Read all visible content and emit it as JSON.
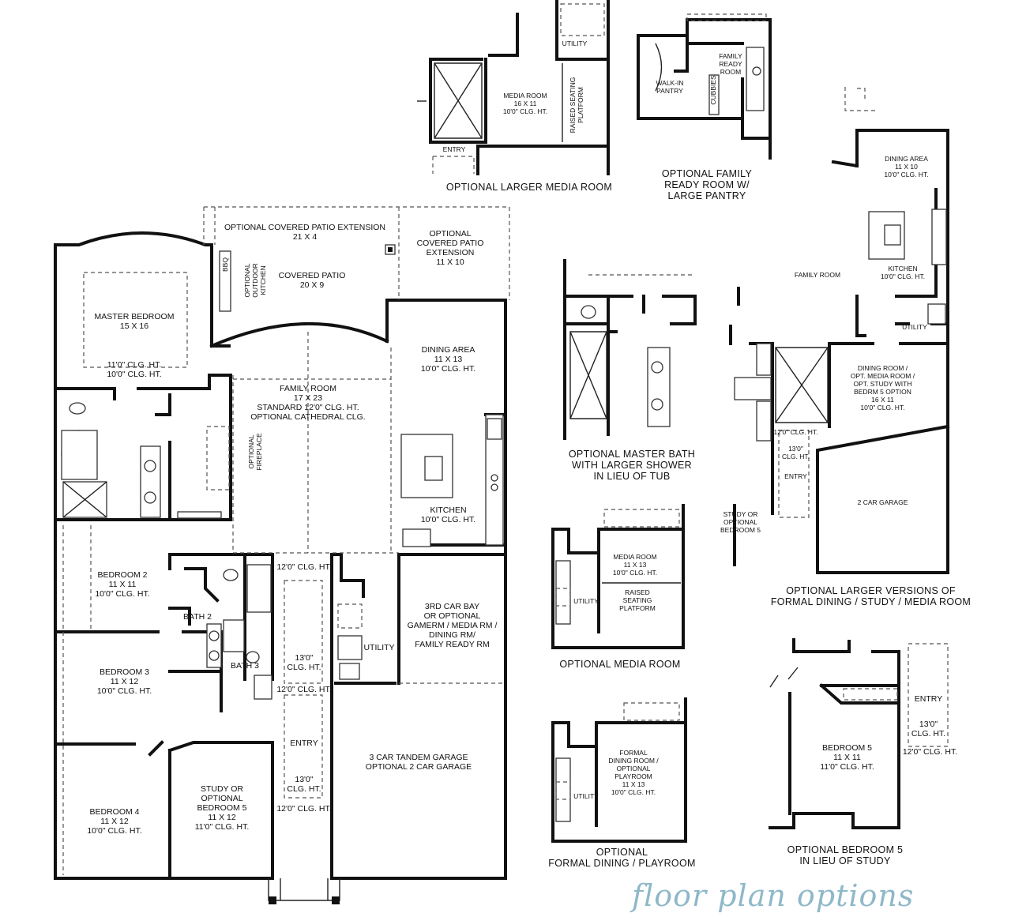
{
  "title": "floor plan options",
  "main_plan": {
    "patio_ext_1": "OPTIONAL COVERED PATIO EXTENSION\n21 X 4",
    "patio_ext_2": "OPTIONAL\nCOVERED PATIO\nEXTENSION\n11 X 10",
    "covered_patio": "COVERED PATIO\n20 X 9",
    "bbq": "BBQ",
    "outdoor_kitchen": "OPTIONAL\nOUTDOOR\nKITCHEN",
    "master_bedroom": "MASTER BEDROOM\n15 X 16",
    "master_clg": "11'0\" CLG. HT.\n10'0\" CLG. HT.",
    "family_room": "FAMILY ROOM\n17 X 23\nSTANDARD 12'0\" CLG. HT.\nOPTIONAL CATHEDRAL CLG.",
    "fireplace": "OPTIONAL\nFIREPLACE",
    "dining_area": "DINING AREA\n11 X 13\n10'0\" CLG. HT.",
    "kitchen": "KITCHEN\n10'0\" CLG. HT.",
    "bedroom2": "BEDROOM 2\n11 X 11\n10'0\" CLG. HT.",
    "bath2": "BATH 2",
    "bath3": "BATH 3",
    "bedroom3": "BEDROOM 3\n11 X 12\n10'0\" CLG. HT.",
    "bedroom4": "BEDROOM 4\n11 X 12\n10'0\" CLG. HT.",
    "study": "STUDY OR\nOPTIONAL\nBEDROOM 5\n11 X 12\n11'0\" CLG. HT.",
    "clg_12a": "12'0\" CLG. HT.",
    "clg_13a": "13'0\"\nCLG. HT.",
    "clg_12b": "12'0\" CLG. HT.",
    "entry": "ENTRY",
    "clg_13b": "13'0\"\nCLG. HT.",
    "clg_12c": "12'0\" CLG. HT.",
    "utility": "UTILITY",
    "third_car": "3RD CAR BAY\nOR OPTIONAL\nGAMERM / MEDIA RM /\nDINING RM/\nFAMILY READY RM",
    "garage": "3 CAR TANDEM GARAGE\nOPTIONAL 2 CAR GARAGE"
  },
  "opt_media_large": {
    "utility": "UTILITY",
    "media": "MEDIA ROOM\n16 X 11\n10'0\" CLG. HT.",
    "platform": "RAISED SEATING\nPLATFORM",
    "entry": "ENTRY",
    "caption": "OPTIONAL LARGER MEDIA ROOM"
  },
  "opt_family_ready": {
    "walkin": "WALK-IN\nPANTRY",
    "family_ready": "FAMILY\nREADY\nROOM",
    "cubbies": "CUBBIES",
    "caption": "OPTIONAL FAMILY\nREADY ROOM W/\nLARGE PANTRY"
  },
  "opt_master_bath": {
    "caption": "OPTIONAL MASTER BATH\nWITH LARGER SHOWER\nIN LIEU OF TUB"
  },
  "opt_media_room": {
    "media": "MEDIA ROOM\n11 X 13\n10'0\" CLG. HT.",
    "platform": "RAISED\nSEATING\nPLATFORM",
    "utility": "UTILITY",
    "caption": "OPTIONAL MEDIA ROOM"
  },
  "opt_formal_dining": {
    "room": "FORMAL\nDINING ROOM /\nOPTIONAL\nPLAYROOM\n11 X 13\n10'0\" CLG. HT.",
    "utility": "UTILITY",
    "caption": "OPTIONAL\nFORMAL DINING / PLAYROOM"
  },
  "opt_larger_versions": {
    "dining_area": "DINING AREA\n11 X 10\n10'0\" CLG. HT.",
    "family_room": "FAMILY ROOM",
    "kitchen": "KITCHEN\n10'0\" CLG. HT.",
    "utility": "UTILITY",
    "dining_room": "DINING ROOM /\nOPT. MEDIA ROOM /\nOPT. STUDY WITH\nBEDRM 5 OPTION\n16 X 11\n10'0\" CLG. HT.",
    "clg_12": "12'0\" CLG. HT.",
    "clg_13": "13'0\"\nCLG. HT.",
    "entry": "ENTRY",
    "garage": "2 CAR GARAGE",
    "study": "STUDY OR\nOPTIONAL\nBEDROOM 5",
    "caption": "OPTIONAL LARGER VERSIONS OF\nFORMAL DINING / STUDY / MEDIA ROOM"
  },
  "opt_bedroom5": {
    "entry": "ENTRY",
    "clg_13": "13'0\"\nCLG. HT.",
    "clg_12": "12'0\" CLG. HT.",
    "bedroom5": "BEDROOM 5\n11 X 11\n11'0\" CLG. HT.",
    "caption": "OPTIONAL BEDROOM 5\nIN LIEU OF STUDY"
  }
}
